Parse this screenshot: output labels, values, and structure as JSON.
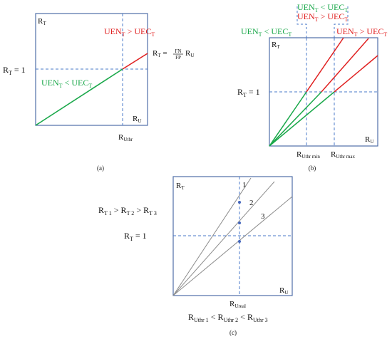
{
  "colors": {
    "frame": "#4f6fa8",
    "dash": "#4a78c8",
    "green": "#1aa84a",
    "red": "#e02020",
    "gray": "#8c8c8c",
    "marker": "#4466bb",
    "text": "#111111"
  },
  "panel_a": {
    "caption": "(a)",
    "y_axis": {
      "base": "R",
      "sub": "T"
    },
    "x_axis": {
      "base": "R",
      "sub": "U"
    },
    "level_label": {
      "base": "R",
      "sub": "T",
      "rest": " = 1"
    },
    "threshold_label": {
      "base": "R",
      "sub": "Uthr"
    },
    "green_label": {
      "a": "UEN",
      "a_sub": "T",
      "op": " < ",
      "b": "UEC",
      "b_sub": "T"
    },
    "red_label": {
      "a": "UEN",
      "a_sub": "T",
      "op": " > ",
      "b": "UEC",
      "b_sub": "T"
    },
    "formula": {
      "lhs": "R",
      "lhs_sub": "T",
      "eq": " = ",
      "num": "FN",
      "den": "FP",
      "rhs": "R",
      "rhs_sub": "U"
    }
  },
  "panel_b": {
    "caption": "(b)",
    "y_axis": {
      "base": "R",
      "sub": "T"
    },
    "x_axis": {
      "base": "R",
      "sub": "U"
    },
    "level_label": {
      "base": "R",
      "sub": "T",
      "rest": " = 1"
    },
    "thr_min_label": {
      "base": "R",
      "sub": "Uthr min"
    },
    "thr_max_label": {
      "base": "R",
      "sub": "Uthr max"
    },
    "top_label_1": {
      "a": "UEN",
      "a_sub": "T",
      "op": " < ",
      "b": "UEC",
      "b_sub": "T"
    },
    "top_label_2": {
      "a": "UEN",
      "a_sub": "T",
      "op": " > ",
      "b": "UEC",
      "b_sub": "T"
    },
    "left_label": {
      "a": "UEN",
      "a_sub": "T",
      "op": " < ",
      "b": "UEC",
      "b_sub": "T"
    },
    "right_label": {
      "a": "UEN",
      "a_sub": "T",
      "op": " > ",
      "b": "UEC",
      "b_sub": "T"
    }
  },
  "panel_c": {
    "caption": "(c)",
    "y_axis": {
      "base": "R",
      "sub": "T"
    },
    "x_axis": {
      "base": "R",
      "sub": "U"
    },
    "real_label": {
      "base": "R",
      "sub": "Ureal"
    },
    "level_label": {
      "base": "R",
      "sub": "T",
      "rest": " = 1"
    },
    "rt_order": {
      "p1": "R",
      "s1": "T 1",
      "op1": " > ",
      "p2": "R",
      "s2": "T 2",
      "op2": " > ",
      "p3": "R",
      "s3": "T 3"
    },
    "uthr_order": {
      "p1": "R",
      "s1": "Uthr 1",
      "op1": " < ",
      "p2": "R",
      "s2": "Uthr 2",
      "op2": " < ",
      "p3": "R",
      "s3": "Uthr 3"
    },
    "line_numbers": [
      "1",
      "2",
      "3"
    ]
  }
}
